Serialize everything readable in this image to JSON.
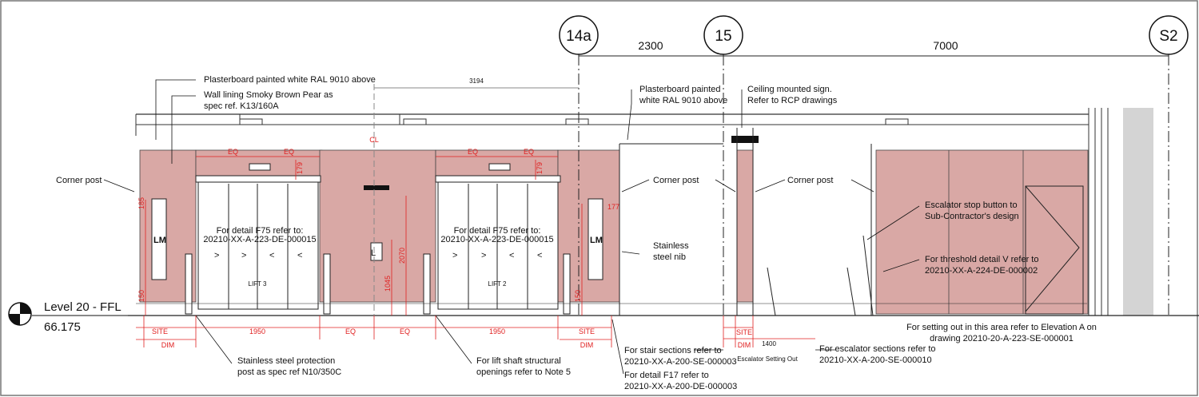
{
  "grids": {
    "g14a": "14a",
    "g15": "15",
    "gS2": "S2"
  },
  "dims_top": {
    "d1": "2300",
    "d2": "7000",
    "d3": "3194"
  },
  "level": {
    "name": "Level 20 - FFL",
    "value": "66.175"
  },
  "notes": {
    "plaster1": "Plasterboard painted white RAL 9010 above",
    "wall1": "Wall lining Smoky Brown Pear as",
    "wall2": "spec ref. K13/160A",
    "plaster2a": "Plasterboard painted",
    "plaster2b": "white RAL 9010 above",
    "sign1": "Ceiling mounted sign.",
    "sign2": "Refer to RCP drawings",
    "corner": "Corner post",
    "lm": "LM",
    "detail_a": "For detail F75 refer to:",
    "detail_b": "20210-XX-A-223-DE-000015",
    "lift3": "LIFT 3",
    "lift2": "LIFT 2",
    "nib1": "Stainless",
    "nib2": "steel nib",
    "esc1": "Escalator stop button to",
    "esc2": "Sub-Contractor's design",
    "thr1": "For threshold detail V refer to",
    "thr2": "20210-XX-A-224-DE-000002",
    "set1": "For setting out in this area refer to Elevation A on",
    "set2": "drawing 20210-20-A-223-SE-000001",
    "post1": "Stainless steel protection",
    "post2": "post as spec ref N10/350C",
    "shaft1": "For lift shaft structural",
    "shaft2": "openings refer to Note 5",
    "stair1": "For stair sections refer to",
    "stair2": "20210-XX-A-200-SE-000003",
    "f17a": "For detail F17 refer to",
    "f17b": "20210-XX-A-200-DE-000003",
    "escsec1": "For escalator sections refer to",
    "escsec2": "20210-XX-A-200-SE-000010",
    "esc_out": "Escalator Setting Out"
  },
  "red": {
    "eq": "EQ",
    "site": "SITE",
    "dim": "DIM",
    "w1950": "1950",
    "v179": "179",
    "v185": "185",
    "v150": "150",
    "v1045": "1045",
    "v2070": "2070",
    "v177": "177",
    "v1400": "1400",
    "cl": "CL"
  },
  "arrows": {
    "gt": ">",
    "lt": "<",
    "l": "L"
  }
}
